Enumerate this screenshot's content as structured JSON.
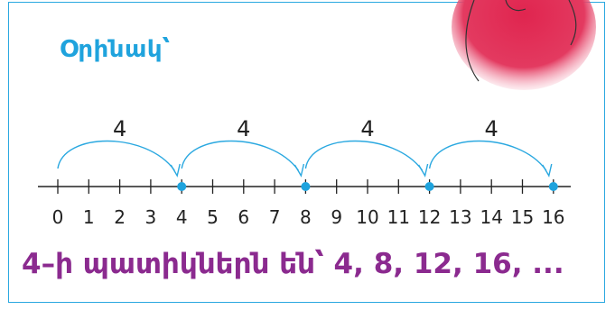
{
  "example_label": "Օրինակ՝",
  "jump_labels": [
    "4",
    "4",
    "4",
    "4"
  ],
  "tick_labels": [
    "0",
    "1",
    "2",
    "3",
    "4",
    "5",
    "6",
    "7",
    "8",
    "9",
    "10",
    "11",
    "12",
    "13",
    "14",
    "15",
    "16"
  ],
  "highlighted_points": [
    4,
    8,
    12,
    16
  ],
  "result": {
    "prefix": "4–ի պատիկներն են՝",
    "values": [
      "4,",
      "8,",
      "12,",
      "16,",
      "..."
    ]
  },
  "colors": {
    "frame": "#2aa8e0",
    "label": "#1fa3dd",
    "arc": "#2aa8e0",
    "point": "#1fa3dd",
    "result": "#8b2a8f",
    "creature": "#e0254f"
  }
}
